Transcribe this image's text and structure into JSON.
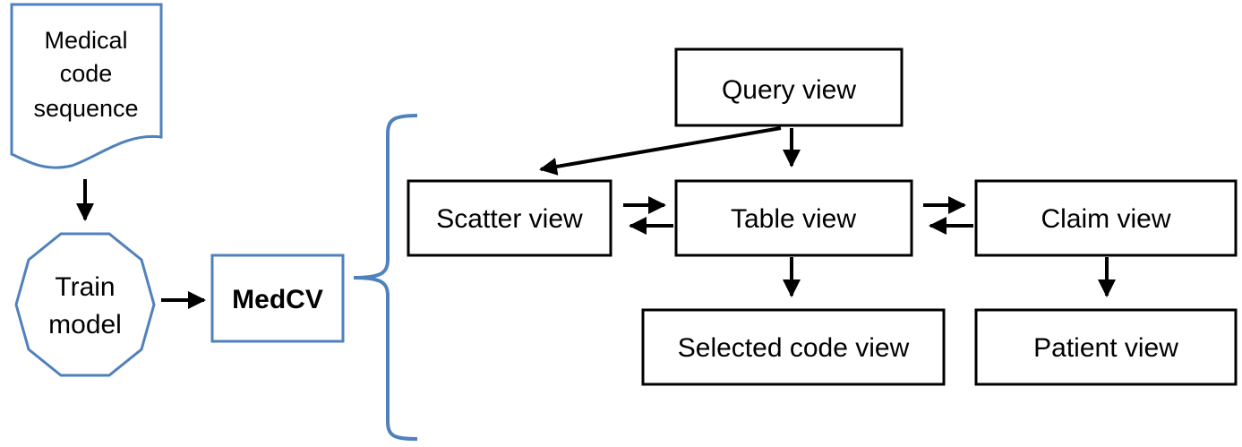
{
  "colors": {
    "blue_outline": "#4f81bd",
    "black_outline": "#000000",
    "arrow": "#000000",
    "background": "#ffffff"
  },
  "document": {
    "lines": [
      "Medical",
      "code",
      "sequence"
    ]
  },
  "train": {
    "lines": [
      "Train",
      "model"
    ]
  },
  "medcv": {
    "label": "MedCV"
  },
  "views": {
    "query": "Query view",
    "scatter": "Scatter view",
    "table": "Table view",
    "claim": "Claim view",
    "selected_code": "Selected code view",
    "patient": "Patient view"
  }
}
